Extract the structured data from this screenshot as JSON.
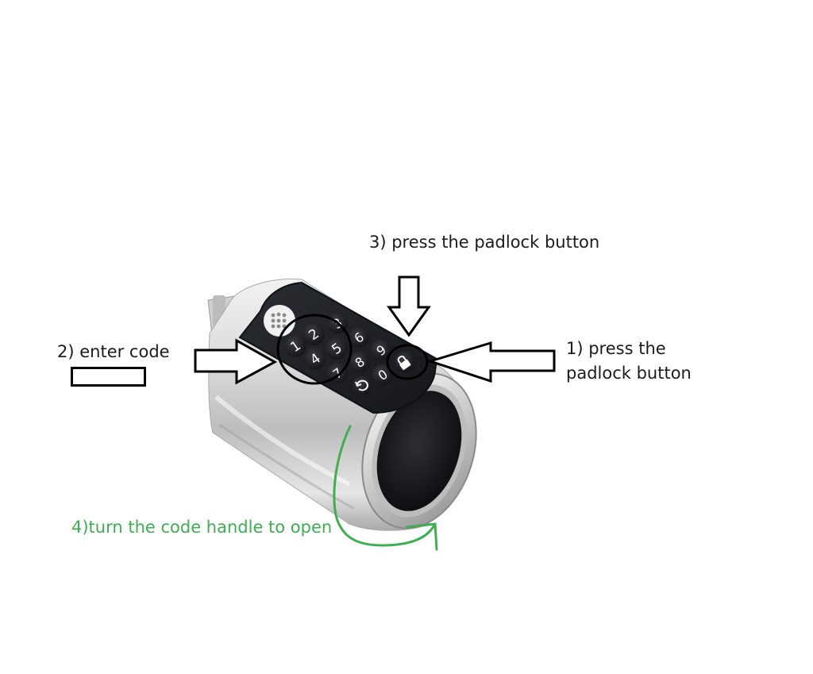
{
  "steps": {
    "step1": {
      "line1": "1) press the",
      "line2": "padlock button"
    },
    "step2": {
      "label": "2) enter code"
    },
    "step3": {
      "label": "3) press the padlock button"
    },
    "step4": {
      "label": "4)turn the code handle to open"
    }
  },
  "keypad": {
    "keys": [
      "1",
      "2",
      "3",
      "4",
      "5",
      "6",
      "7",
      "8",
      "9",
      "0"
    ]
  },
  "colors": {
    "annotation_black": "#000000",
    "annotation_green": "#3fae52",
    "keypad_panel": "#1c1f24",
    "metal_light": "#e4e4e4",
    "metal_dark": "#9a9a9a"
  },
  "icons": {
    "lock_button": "padlock-icon",
    "fingerprint_reader": "fingerprint-sensor",
    "back_key": "return-arrow-icon"
  }
}
